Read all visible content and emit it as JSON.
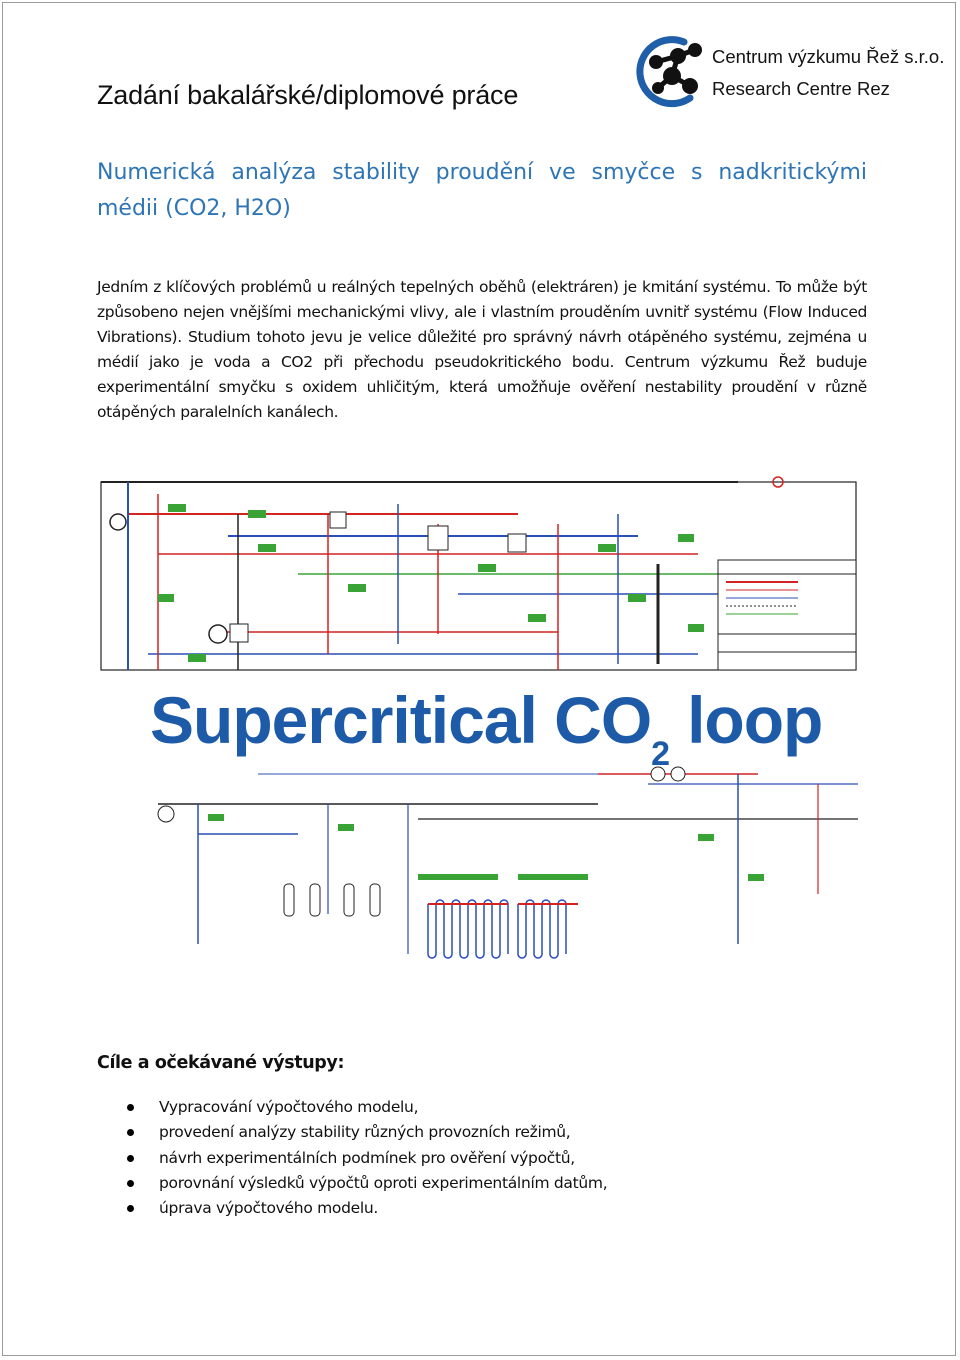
{
  "header": {
    "title": "Zadání bakalářské/diplomové práce",
    "logo": {
      "name_cz": "Centrum výzkumu Řež s.r.o.",
      "name_en": "Research Centre Rez",
      "icon": "molecule-logo-icon",
      "colors": {
        "ring": "#1f5ea8",
        "nodes": "#111111"
      }
    }
  },
  "subtitle": "Numerická analýza stability proudění ve smyčce s nadkritickými médii (CO2, H2O)",
  "paragraph": "Jedním z klíčových problémů u reálných tepelných oběhů (elektráren) je kmitání systému. To může být způsobeno nejen vnějšími mechanickými vlivy, ale i vlastním prouděním uvnitř systému (Flow Induced Vibrations). Studium tohoto jevu je velice důležité pro správný návrh otápěného systému, zejména u médií jako je voda a CO2 při přechodu pseudokritického bodu. Centrum výzkumu Řež buduje experimentální smyčku s oxidem uhličitým, která umožňuje ověření nestability proudění v různě otápěných paralelních kanálech.",
  "figure": {
    "title_main": "Supercritical CO",
    "title_sub": "2",
    "title_tail": "loop",
    "icon": "piping-diagram-image",
    "colors": {
      "title": "#1d5aa8",
      "pipe_red": "#d42323",
      "pipe_blue": "#2b4fb8",
      "pipe_green": "#3aa335",
      "line_dark": "#222222"
    }
  },
  "goals": {
    "heading": "Cíle a očekávané výstupy:",
    "items": [
      "Vypracování výpočtového modelu,",
      "provedení analýzy stability různých provozních režimů,",
      "návrh experimentálních podmínek pro ověření výpočtů,",
      "porovnání výsledků výpočtů oproti experimentálním datům,",
      "úprava výpočtového modelu."
    ]
  }
}
